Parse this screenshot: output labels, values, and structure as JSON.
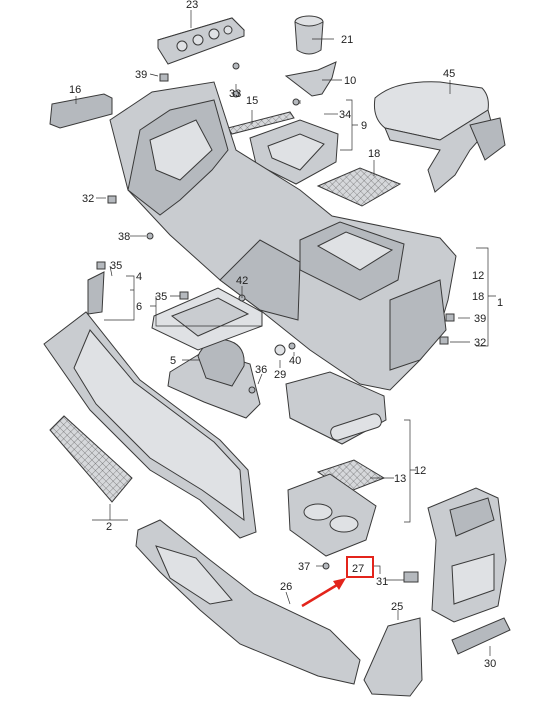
{
  "labels": {
    "l1": "1",
    "l2": "2",
    "l4": "4",
    "l5": "5",
    "l6": "6",
    "l9": "9",
    "l10": "10",
    "l12a": "12",
    "l12b": "12",
    "l13": "13",
    "l15": "15",
    "l16": "16",
    "l18a": "18",
    "l18b": "18",
    "l21": "21",
    "l23": "23",
    "l25": "25",
    "l26": "26",
    "l27": "27",
    "l29": "29",
    "l30": "30",
    "l31": "31",
    "l32a": "32",
    "l32b": "32",
    "l33": "33",
    "l34": "34",
    "l35a": "35",
    "l35b": "35",
    "l36": "36",
    "l37": "37",
    "l38": "38",
    "l39a": "39",
    "l39b": "39",
    "l40": "40",
    "l42": "42",
    "l45": "45"
  },
  "highlight": {
    "label": "27",
    "box_color": "#e3241b",
    "arrow_color": "#e3241b"
  }
}
